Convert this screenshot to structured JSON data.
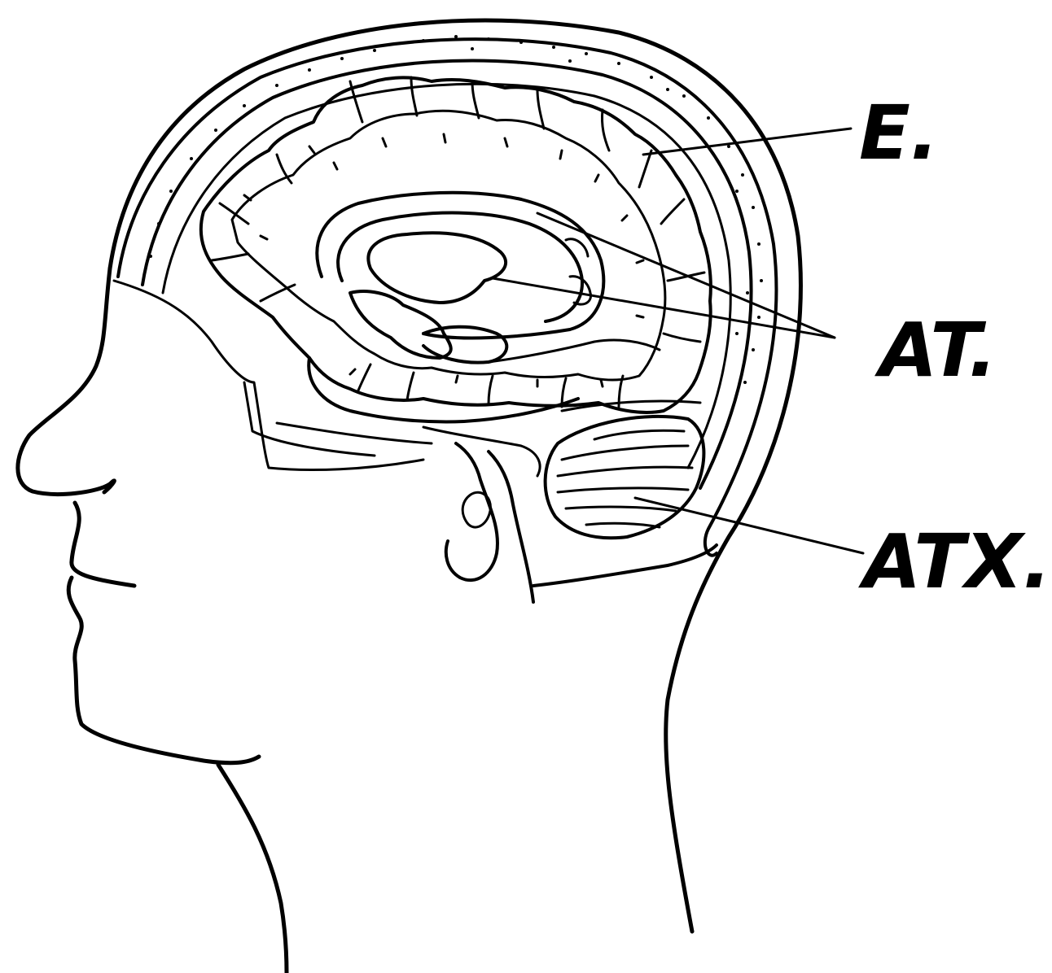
{
  "labels": {
    "e": "E.",
    "at": "AT.",
    "atx": "ATX."
  },
  "colors": {
    "ink": "#000000",
    "background": "#ffffff"
  }
}
